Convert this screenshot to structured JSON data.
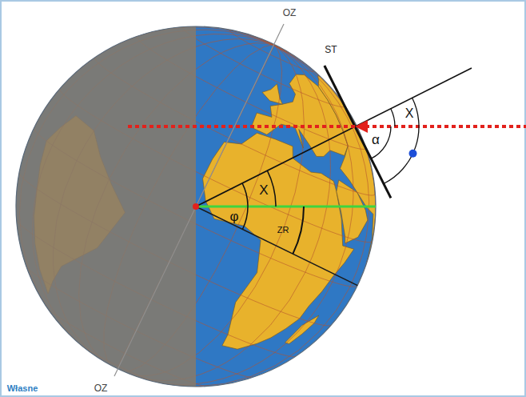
{
  "diagram": {
    "labels": [
      "OZ",
      "ST",
      "X",
      "α",
      "X",
      "φ",
      "ZR",
      "OZ",
      "Własne"
    ]
  }
}
